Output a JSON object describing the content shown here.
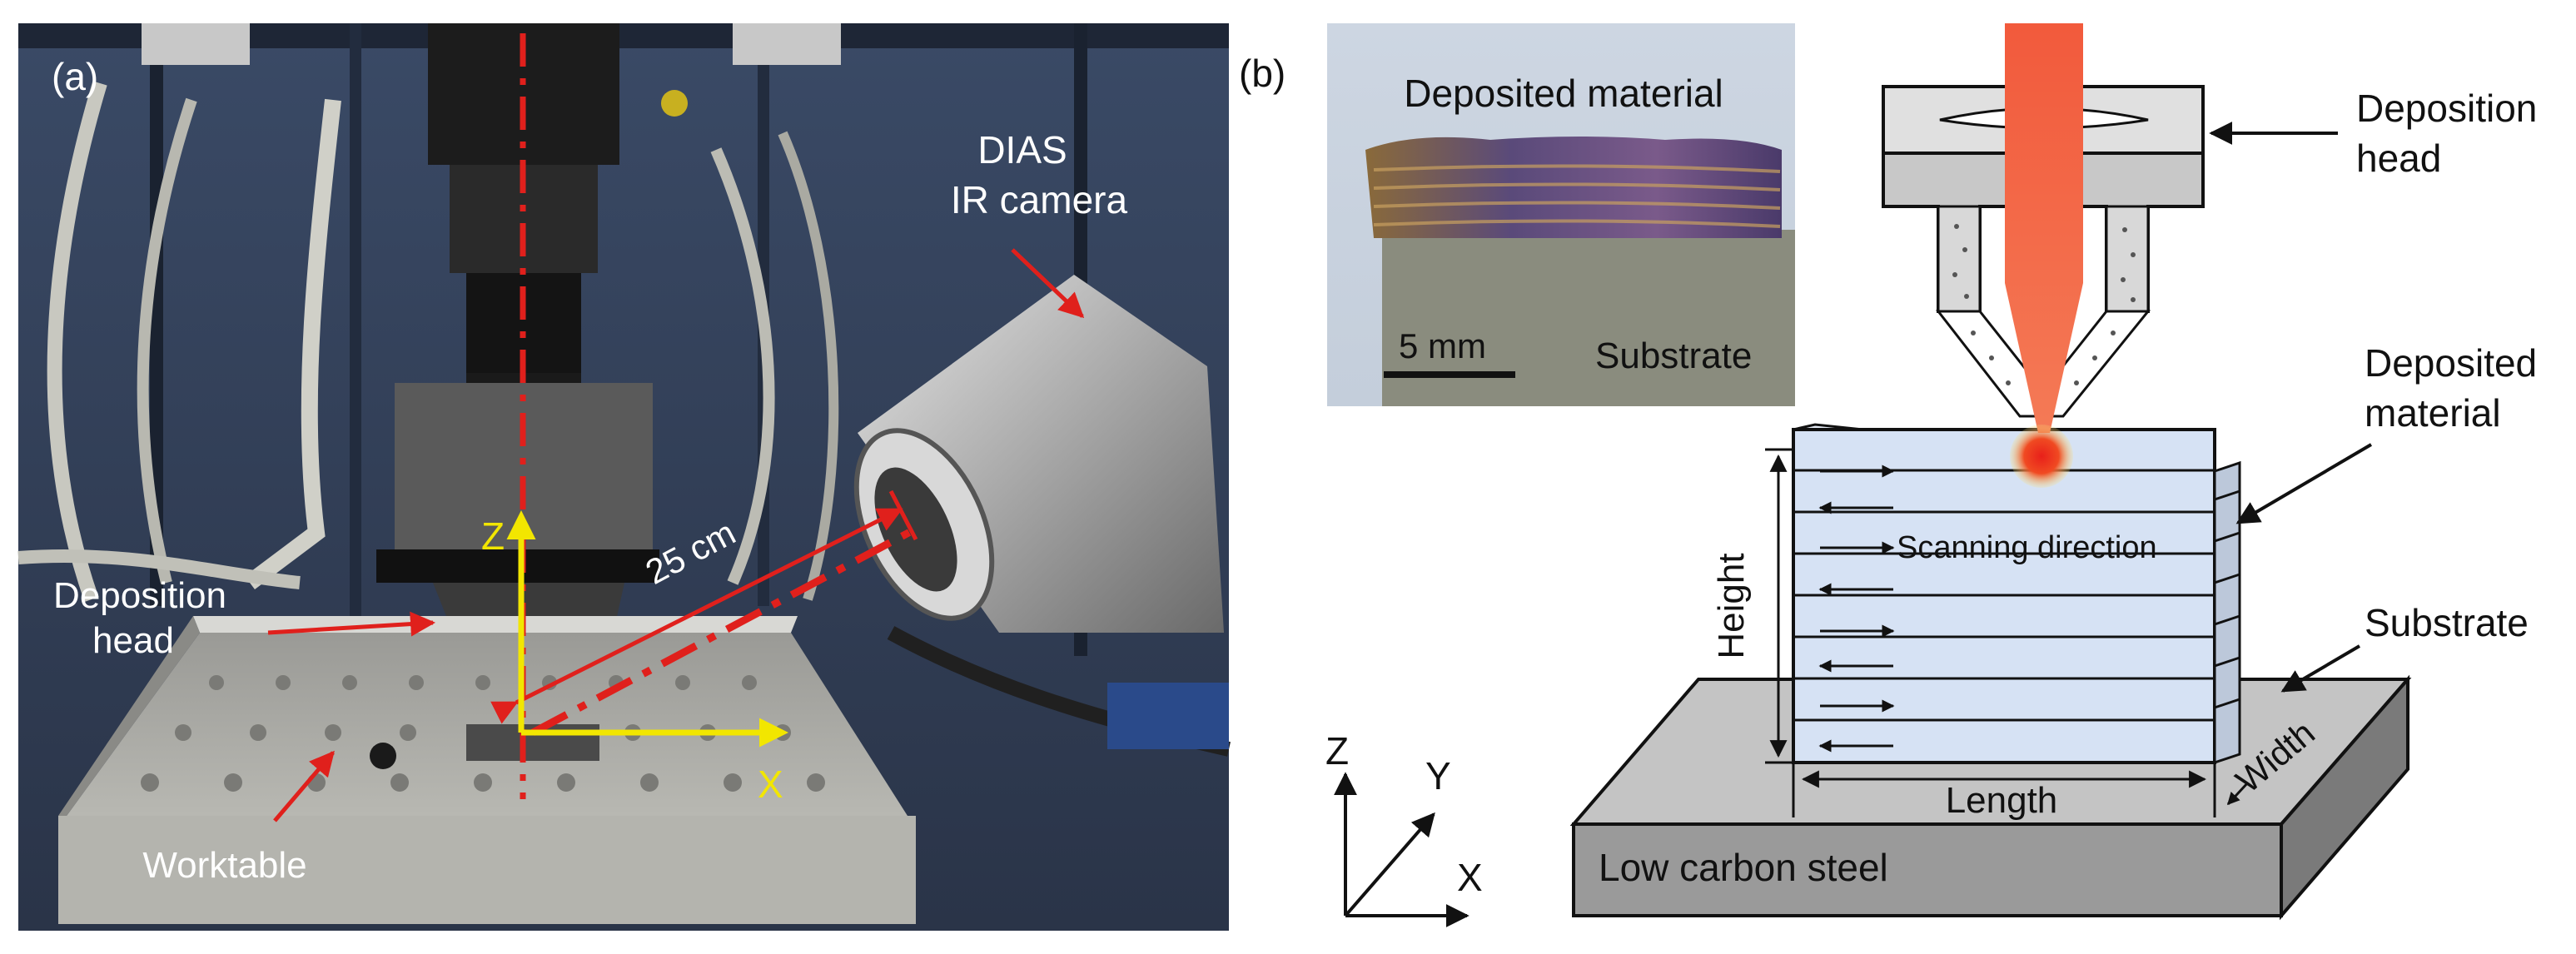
{
  "panel_a": {
    "label": "(a)",
    "camera_label_line1": "DIAS",
    "camera_label_line2": "IR camera",
    "distance_label": "25 cm",
    "axis_z": "Z",
    "axis_x": "X",
    "head_label_line1": "Deposition",
    "head_label_line2": "head",
    "worktable_label": "Worktable",
    "colors": {
      "axis": "#f2e600",
      "red_mark": "#e0201c",
      "label_white": "#ffffff"
    }
  },
  "panel_b": {
    "label": "(b)",
    "inset": {
      "title": "Deposited material",
      "scale": "5 mm",
      "substrate": "Substrate"
    },
    "labels": {
      "deposition_head_line1": "Deposition",
      "deposition_head_line2": "head",
      "deposited_material_line1": "Deposited",
      "deposited_material_line2": "material",
      "substrate": "Substrate",
      "scanning_direction": "Scanning direction",
      "height": "Height",
      "length": "Length",
      "width": "Width",
      "steel": "Low carbon steel"
    },
    "axes": {
      "z": "Z",
      "y": "Y",
      "x": "X"
    },
    "colors": {
      "laser": "#f25a3c",
      "block": "#d6e2f4",
      "plate_top": "#c4c4c4",
      "plate_front": "#9a9a9a"
    }
  }
}
